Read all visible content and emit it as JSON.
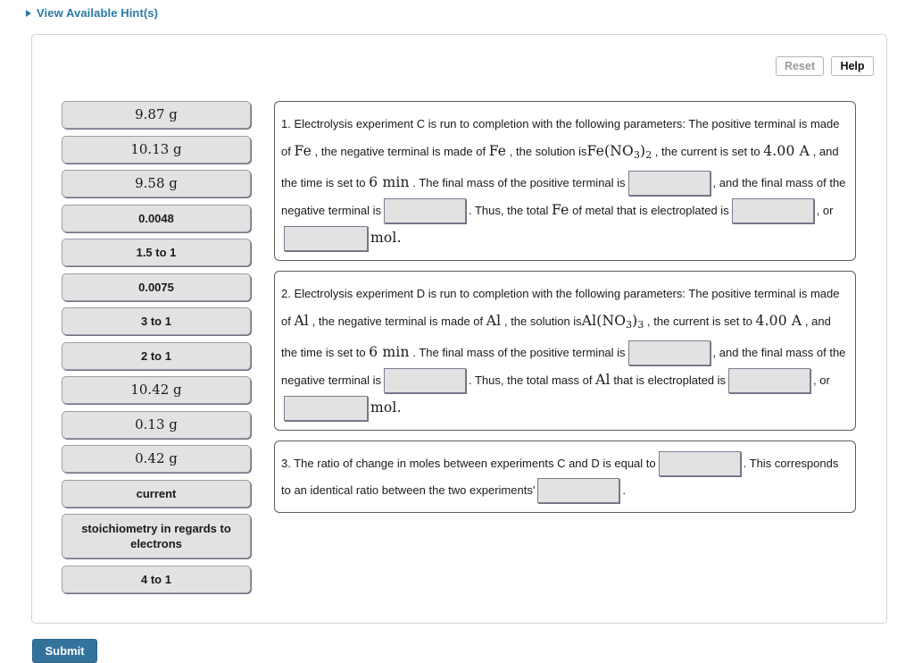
{
  "hint": {
    "label": "View Available Hint(s)",
    "icon": "triangle-right-icon",
    "color": "#2a7aa6"
  },
  "toolbar": {
    "reset_label": "Reset",
    "help_label": "Help"
  },
  "bank": {
    "items": [
      {
        "label": "9.87 g",
        "style": "math"
      },
      {
        "label": "10.13 g",
        "style": "math"
      },
      {
        "label": "9.58 g",
        "style": "math"
      },
      {
        "label": "0.0048",
        "style": "plain"
      },
      {
        "label": "1.5 to 1",
        "style": "plain"
      },
      {
        "label": "0.0075",
        "style": "plain"
      },
      {
        "label": "3 to 1",
        "style": "plain"
      },
      {
        "label": "2 to 1",
        "style": "plain"
      },
      {
        "label": "10.42 g",
        "style": "math"
      },
      {
        "label": "0.13 g",
        "style": "math"
      },
      {
        "label": "0.42 g",
        "style": "math"
      },
      {
        "label": "current",
        "style": "plain"
      },
      {
        "label": "stoichiometry in regards to electrons",
        "style": "plain"
      },
      {
        "label": "4 to 1",
        "style": "plain"
      }
    ]
  },
  "questions": [
    {
      "number": "1.",
      "t1": "Electrolysis experiment C is run to completion with the following parameters: The positive terminal is made of",
      "m1": "Fe",
      "t2": ", the negative terminal is made of",
      "m2": "Fe",
      "t3": ", the solution is",
      "m3": "Fe(NO",
      "m3sub": "3",
      "m3b": ")",
      "m3sub2": "2",
      "t4": ", the current is set to",
      "m4": "4.00 A",
      "t5": ", and the time is set to",
      "m5": "6 min",
      "t6": ". The final mass of the positive terminal is",
      "t7": ", and the final mass of the negative terminal is",
      "t8": ". Thus, the total",
      "m6": "Fe",
      "t9": "of metal that is electroplated is",
      "t10": ", or",
      "m7": "mol."
    },
    {
      "number": "2.",
      "t1": "Electrolysis experiment D is run to completion with the following parameters: The positive terminal is made of",
      "m1": "Al",
      "t2": ", the negative terminal is made of",
      "m2": "Al",
      "t3": ", the solution is",
      "m3": "Al(NO",
      "m3sub": "3",
      "m3b": ")",
      "m3sub2": "3",
      "t4": ", the current is set to",
      "m4": "4.00 A",
      "t5": ", and the time is set to",
      "m5": "6 min",
      "t6": ". The final mass of the positive terminal is",
      "t7": ", and the final mass of the negative terminal is",
      "t8": ". Thus, the total mass of",
      "m6": "Al",
      "t9": "that is electroplated is",
      "t10": ", or",
      "m7": "mol."
    }
  ],
  "question3": {
    "number": "3.",
    "t1": "The ratio of change in moles between experiments C and D is equal to",
    "t2": ". This corresponds to an identical ratio between the two experiments'",
    "t3": "."
  },
  "submit": {
    "label": "Submit"
  }
}
